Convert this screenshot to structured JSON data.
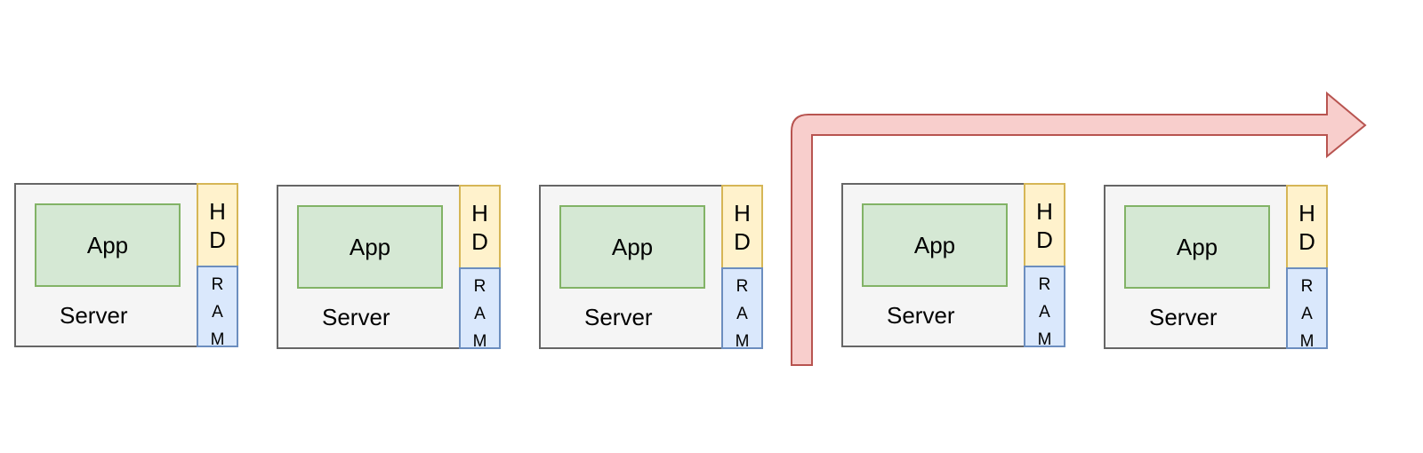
{
  "diagram": {
    "servers": [
      {
        "app_label": "App",
        "server_label": "Server",
        "hd_letters": [
          "H",
          "D"
        ],
        "ram_letters": [
          "R",
          "A",
          "M"
        ]
      },
      {
        "app_label": "App",
        "server_label": "Server",
        "hd_letters": [
          "H",
          "D"
        ],
        "ram_letters": [
          "R",
          "A",
          "M"
        ]
      },
      {
        "app_label": "App",
        "server_label": "Server",
        "hd_letters": [
          "H",
          "D"
        ],
        "ram_letters": [
          "R",
          "A",
          "M"
        ]
      },
      {
        "app_label": "App",
        "server_label": "Server",
        "hd_letters": [
          "H",
          "D"
        ],
        "ram_letters": [
          "R",
          "A",
          "M"
        ]
      },
      {
        "app_label": "App",
        "server_label": "Server",
        "hd_letters": [
          "H",
          "D"
        ],
        "ram_letters": [
          "R",
          "A",
          "M"
        ]
      }
    ],
    "colors": {
      "server_fill": "#f5f5f5",
      "server_stroke": "#666666",
      "app_fill": "#d5e8d4",
      "app_stroke": "#82b366",
      "hd_fill": "#fff2cc",
      "hd_stroke": "#d6b656",
      "ram_fill": "#dae8fc",
      "ram_stroke": "#6c8ebf",
      "arrow_fill": "#f8cecc",
      "arrow_stroke": "#b85450"
    }
  }
}
